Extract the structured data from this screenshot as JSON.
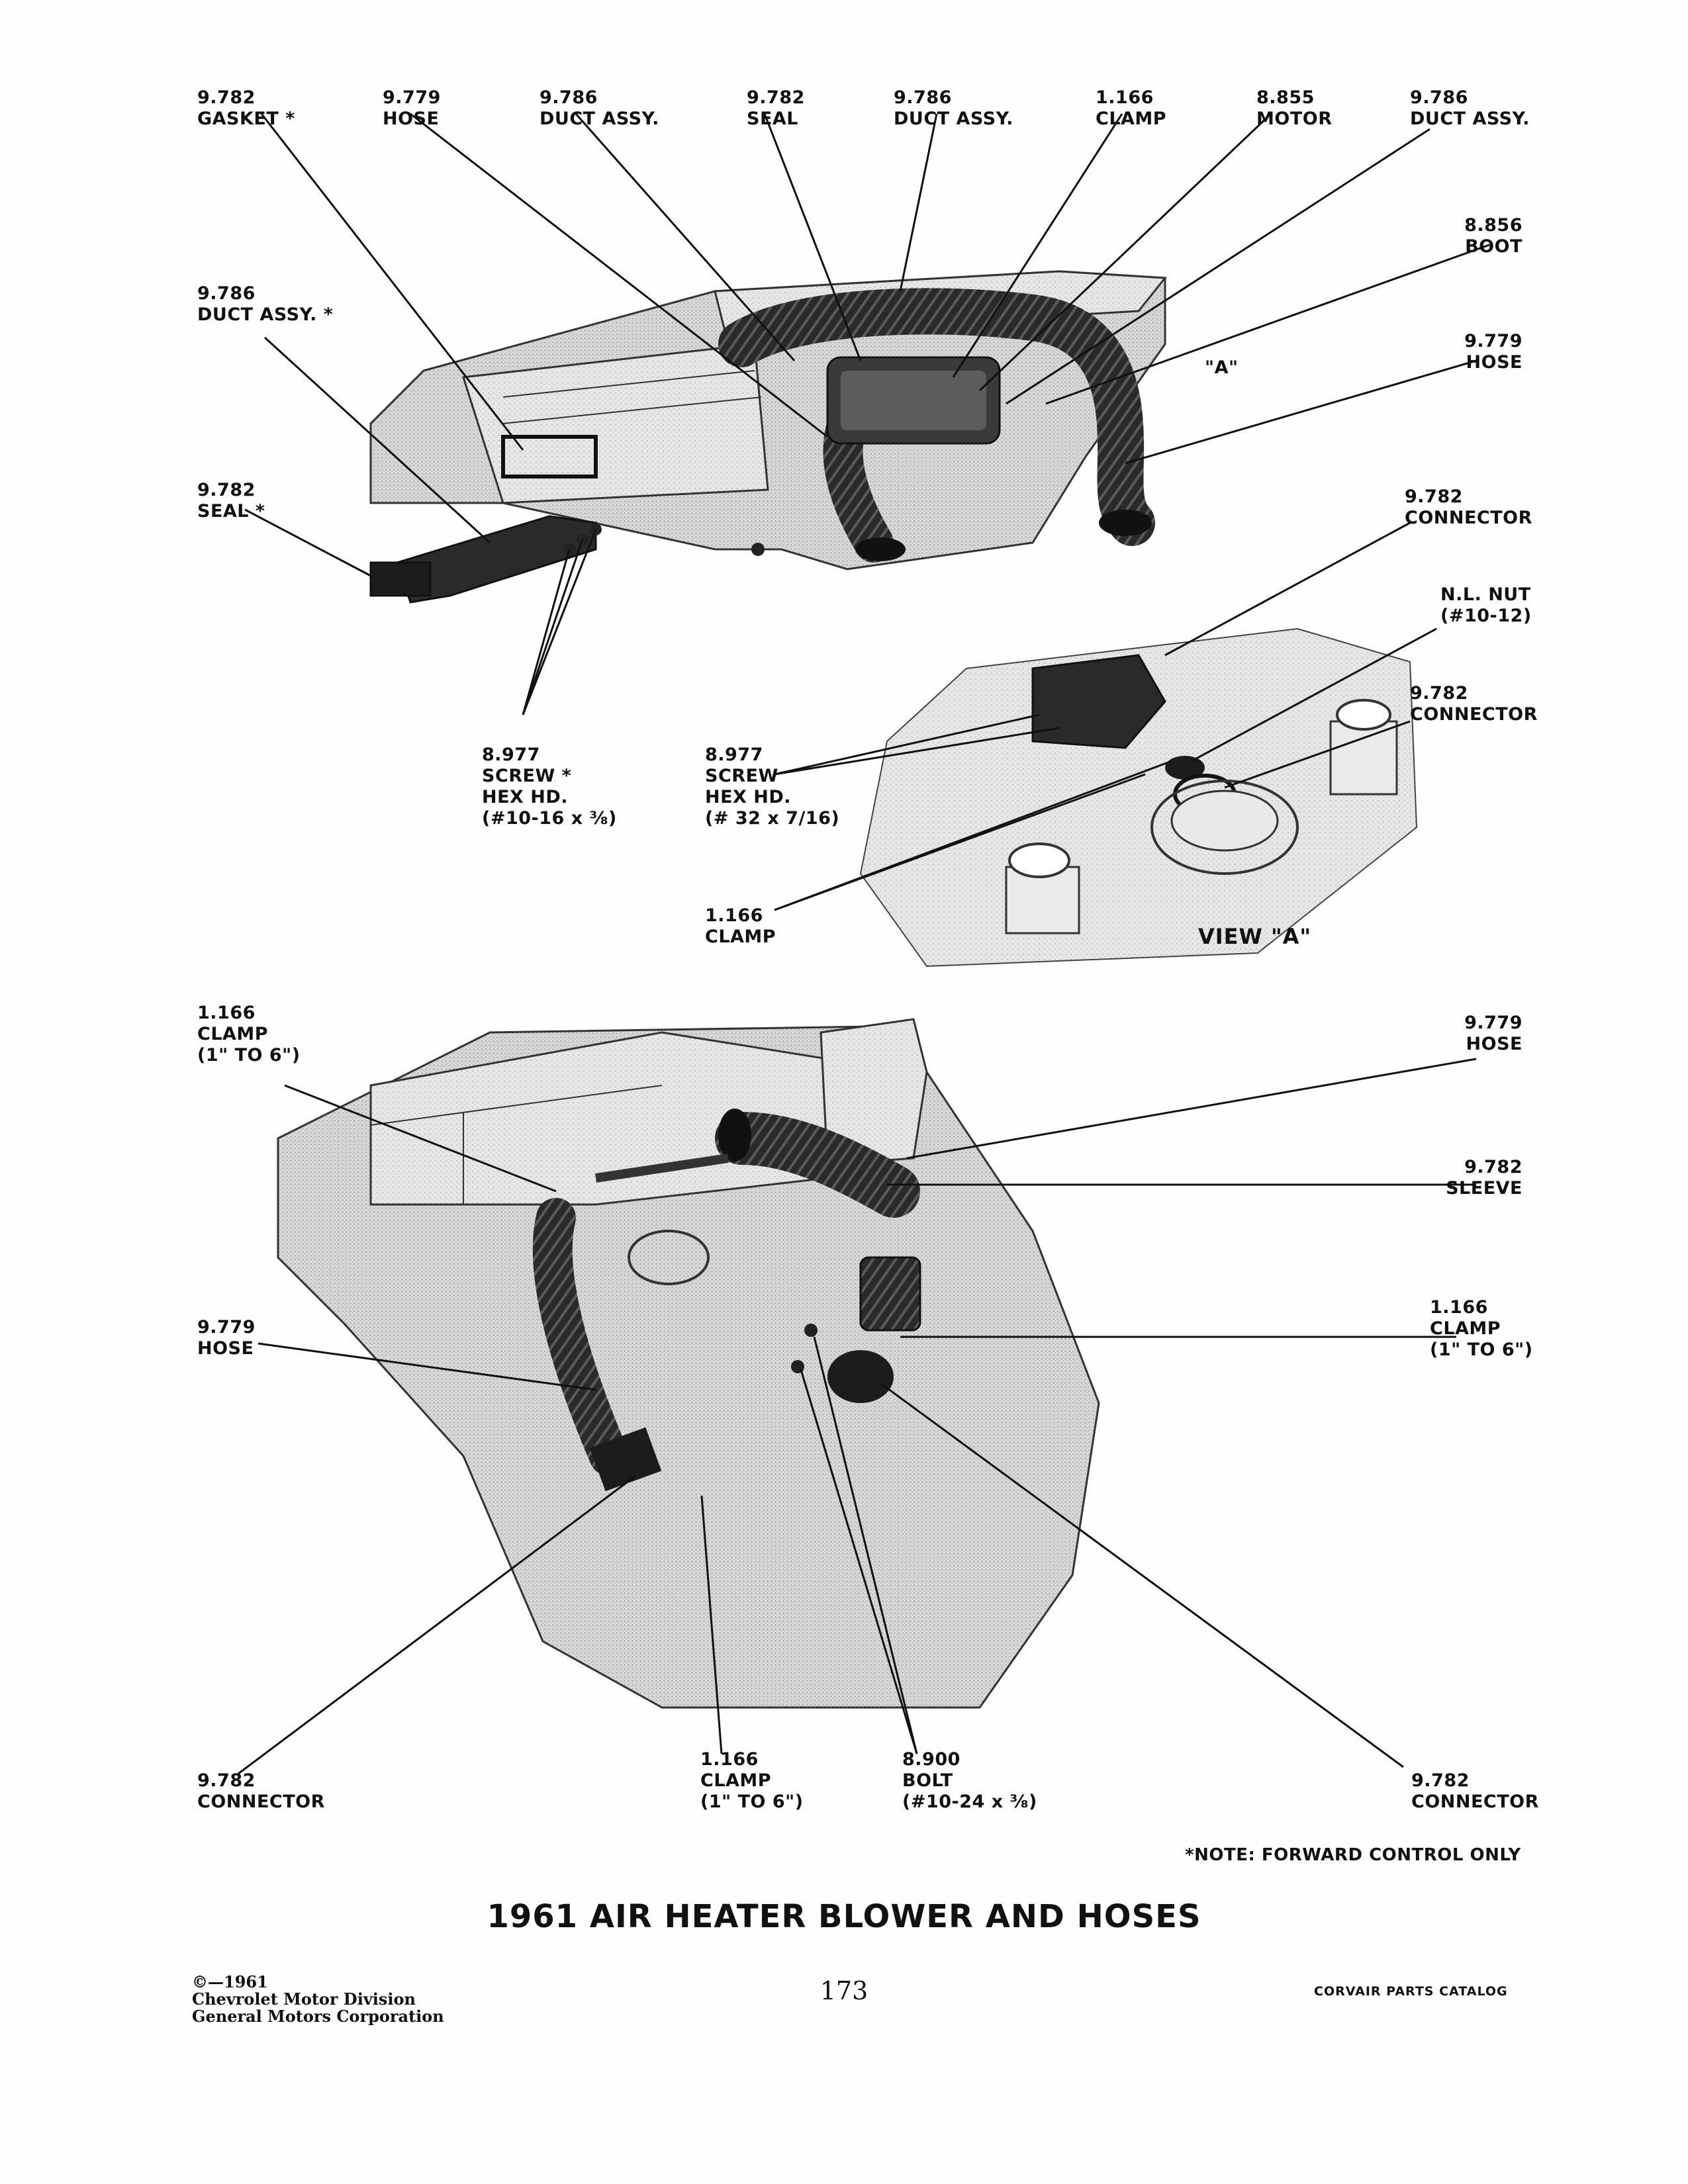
{
  "labels": {
    "gasket_top": {
      "num": "9.782",
      "name": "GASKET *"
    },
    "hose_top": {
      "num": "9.779",
      "name": "HOSE"
    },
    "duct_top_1": {
      "num": "9.786",
      "name": "DUCT ASSY."
    },
    "seal_top": {
      "num": "9.782",
      "name": "SEAL"
    },
    "duct_top_2": {
      "num": "9.786",
      "name": "DUCT ASSY."
    },
    "clamp_top": {
      "num": "1.166",
      "name": "CLAMP"
    },
    "motor_top": {
      "num": "8.855",
      "name": "MOTOR"
    },
    "duct_top_3": {
      "num": "9.786",
      "name": "DUCT ASSY."
    },
    "boot_right": {
      "num": "8.856",
      "name": "BOOT"
    },
    "duct_left": {
      "num": "9.786",
      "name": "DUCT ASSY. *"
    },
    "hose_right": {
      "num": "9.779",
      "name": "HOSE"
    },
    "view_a_marker": "\"A\"",
    "seal_left": {
      "num": "9.782",
      "name": "SEAL *"
    },
    "connector_right_1": {
      "num": "9.782",
      "name": "CONNECTOR"
    },
    "nut_right": {
      "line1": "N.L. NUT",
      "line2": "(#10-12)"
    },
    "connector_right_2": {
      "num": "9.782",
      "name": "CONNECTOR"
    },
    "screw_left": {
      "num": "8.977",
      "name": "SCREW *",
      "line3": "HEX HD.",
      "line4": "(#10-16 x ⅜)"
    },
    "screw_mid": {
      "num": "8.977",
      "name": "SCREW",
      "line3": "HEX HD.",
      "line4": "(# 32 x 7/16)"
    },
    "clamp_mid": {
      "num": "1.166",
      "name": "CLAMP"
    },
    "view_a_caption": "VIEW \"A\"",
    "clamp_lower_left": {
      "num": "1.166",
      "name": "CLAMP",
      "line3": "(1\" TO 6\")"
    },
    "hose_lower_right": {
      "num": "9.779",
      "name": "HOSE"
    },
    "sleeve_lower_right": {
      "num": "9.782",
      "name": "SLEEVE"
    },
    "hose_lower_left": {
      "num": "9.779",
      "name": "HOSE"
    },
    "clamp_lower_right": {
      "num": "1.166",
      "name": "CLAMP",
      "line3": "(1\" TO 6\")"
    },
    "connector_lower_left": {
      "num": "9.782",
      "name": "CONNECTOR"
    },
    "clamp_lower_bottom": {
      "num": "1.166",
      "name": "CLAMP",
      "line3": "(1\" TO 6\")"
    },
    "bolt_lower_bottom": {
      "num": "8.900",
      "name": "BOLT",
      "line3": "(#10-24 x ⅜)"
    },
    "connector_lower_right": {
      "num": "9.782",
      "name": "CONNECTOR"
    }
  },
  "note": "*NOTE: FORWARD CONTROL   ONLY",
  "title": "1961 AIR HEATER BLOWER AND HOSES",
  "footer": {
    "copyright_line1": "©—1961",
    "copyright_line2": "Chevrolet Motor Division",
    "copyright_line3": "General Motors Corporation",
    "page_number": "173",
    "catalog": "CORVAIR PARTS CATALOG"
  },
  "colors": {
    "ink": "#111111",
    "stipple": "#c9c9c9",
    "dark_part": "#2a2a2a"
  }
}
